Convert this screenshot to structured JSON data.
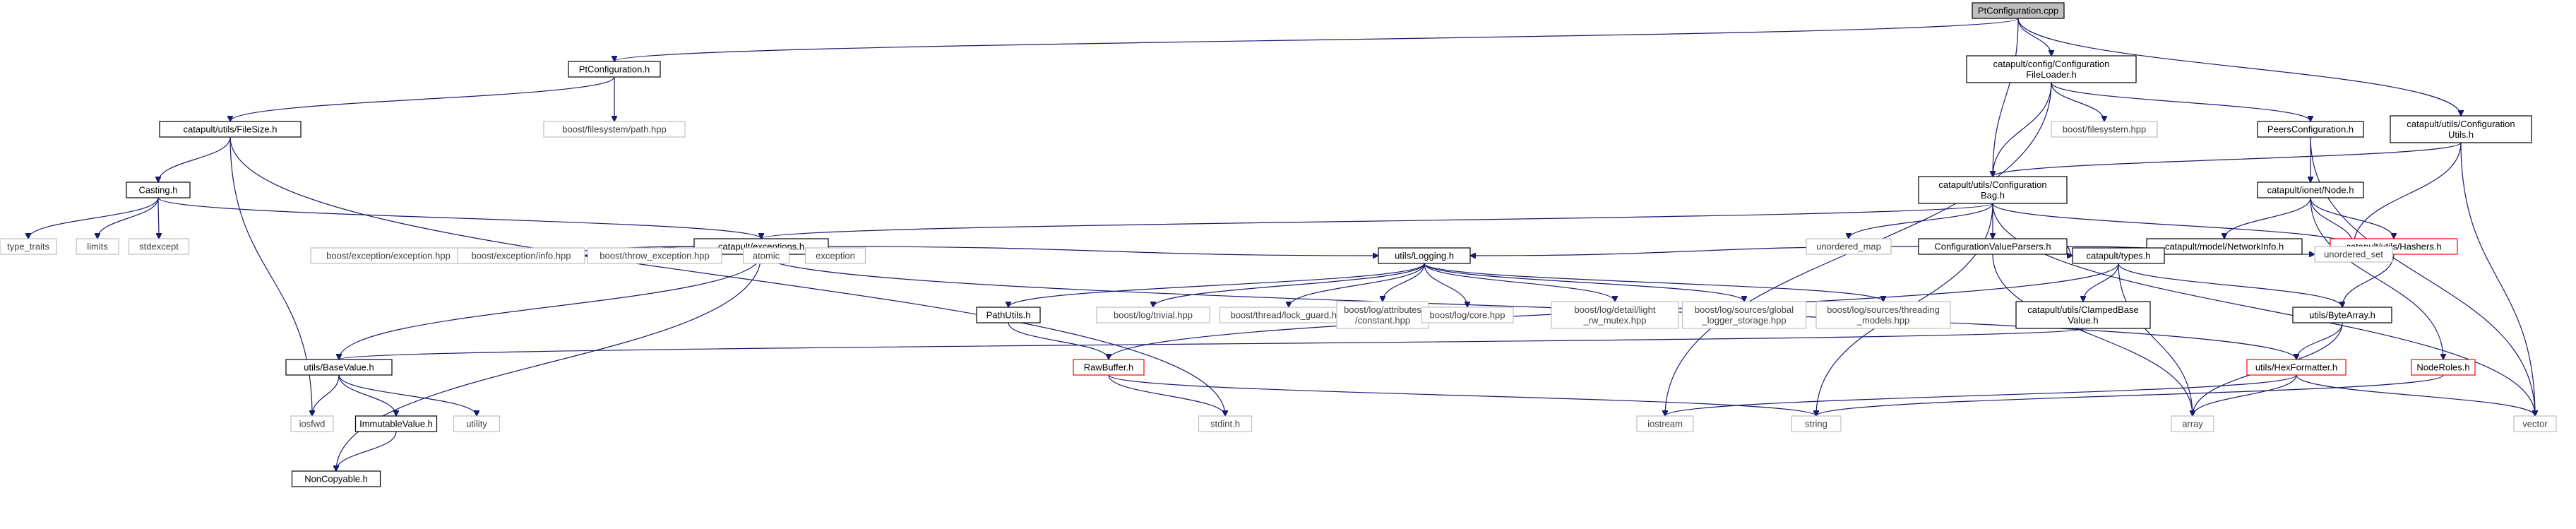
{
  "diagram": {
    "type": "include-dependency-graph",
    "nodes": [
      {
        "id": "root",
        "label": [
          "PtConfiguration.cpp"
        ],
        "style": "root"
      },
      {
        "id": "ptconfig_h",
        "label": [
          "PtConfiguration.h"
        ],
        "style": "black"
      },
      {
        "id": "cfg_fileloader",
        "label": [
          "catapult/config/Configuration",
          "FileLoader.h"
        ],
        "style": "black"
      },
      {
        "id": "cfg_utils",
        "label": [
          "catapult/utils/Configuration",
          "Utils.h"
        ],
        "style": "black"
      },
      {
        "id": "filesize",
        "label": [
          "catapult/utils/FileSize.h"
        ],
        "style": "black"
      },
      {
        "id": "boost_fs_path",
        "label": [
          "boost/filesystem/path.hpp"
        ],
        "style": "gray"
      },
      {
        "id": "boost_fs",
        "label": [
          "boost/filesystem.hpp"
        ],
        "style": "gray"
      },
      {
        "id": "peers_config",
        "label": [
          "PeersConfiguration.h"
        ],
        "style": "black"
      },
      {
        "id": "cfg_bag",
        "label": [
          "catapult/utils/Configuration",
          "Bag.h"
        ],
        "style": "black"
      },
      {
        "id": "ionet_node",
        "label": [
          "catapult/ionet/Node.h"
        ],
        "style": "black"
      },
      {
        "id": "casting",
        "label": [
          "Casting.h"
        ],
        "style": "black"
      },
      {
        "id": "type_traits",
        "label": [
          "type_traits"
        ],
        "style": "gray"
      },
      {
        "id": "limits",
        "label": [
          "limits"
        ],
        "style": "gray"
      },
      {
        "id": "stdexcept",
        "label": [
          "stdexcept"
        ],
        "style": "gray"
      },
      {
        "id": "exceptions",
        "label": [
          "catapult/exceptions.h"
        ],
        "style": "black"
      },
      {
        "id": "unordered_map",
        "label": [
          "unordered_map"
        ],
        "style": "gray"
      },
      {
        "id": "cvparsers",
        "label": [
          "ConfigurationValueParsers.h"
        ],
        "style": "black"
      },
      {
        "id": "network_info",
        "label": [
          "catapult/model/NetworkInfo.h"
        ],
        "style": "black"
      },
      {
        "id": "hashers",
        "label": [
          "catapult/utils/Hashers.h"
        ],
        "style": "red"
      },
      {
        "id": "unordered_set",
        "label": [
          "unordered_set"
        ],
        "style": "gray"
      },
      {
        "id": "boost_exc_exc",
        "label": [
          "boost/exception/exception.hpp"
        ],
        "style": "gray"
      },
      {
        "id": "boost_exc_info",
        "label": [
          "boost/exception/info.hpp"
        ],
        "style": "gray"
      },
      {
        "id": "boost_throw",
        "label": [
          "boost/throw_exception.hpp"
        ],
        "style": "gray"
      },
      {
        "id": "atomic",
        "label": [
          "atomic"
        ],
        "style": "gray"
      },
      {
        "id": "exception",
        "label": [
          "exception"
        ],
        "style": "gray"
      },
      {
        "id": "logging",
        "label": [
          "utils/Logging.h"
        ],
        "style": "black"
      },
      {
        "id": "types",
        "label": [
          "catapult/types.h"
        ],
        "style": "black"
      },
      {
        "id": "pathutils",
        "label": [
          "PathUtils.h"
        ],
        "style": "black"
      },
      {
        "id": "log_trivial",
        "label": [
          "boost/log/trivial.hpp"
        ],
        "style": "gray"
      },
      {
        "id": "lock_guard",
        "label": [
          "boost/thread/lock_guard.hpp"
        ],
        "style": "gray"
      },
      {
        "id": "log_attr_const",
        "label": [
          "boost/log/attributes",
          "/constant.hpp"
        ],
        "style": "gray"
      },
      {
        "id": "log_core",
        "label": [
          "boost/log/core.hpp"
        ],
        "style": "gray"
      },
      {
        "id": "log_light_rw",
        "label": [
          "boost/log/detail/light",
          "_rw_mutex.hpp"
        ],
        "style": "gray"
      },
      {
        "id": "log_global_storage",
        "label": [
          "boost/log/sources/global",
          "_logger_storage.hpp"
        ],
        "style": "gray"
      },
      {
        "id": "log_threading",
        "label": [
          "boost/log/sources/threading",
          "_models.hpp"
        ],
        "style": "gray"
      },
      {
        "id": "clamped",
        "label": [
          "catapult/utils/ClampedBase",
          "Value.h"
        ],
        "style": "black"
      },
      {
        "id": "bytearray",
        "label": [
          "utils/ByteArray.h"
        ],
        "style": "black"
      },
      {
        "id": "basevalue",
        "label": [
          "utils/BaseValue.h"
        ],
        "style": "black"
      },
      {
        "id": "rawbuffer",
        "label": [
          "RawBuffer.h"
        ],
        "style": "red"
      },
      {
        "id": "hexformatter",
        "label": [
          "utils/HexFormatter.h"
        ],
        "style": "red"
      },
      {
        "id": "noderoles",
        "label": [
          "NodeRoles.h"
        ],
        "style": "red"
      },
      {
        "id": "iosfwd",
        "label": [
          "iosfwd"
        ],
        "style": "gray"
      },
      {
        "id": "immutable",
        "label": [
          "ImmutableValue.h"
        ],
        "style": "black"
      },
      {
        "id": "utility",
        "label": [
          "utility"
        ],
        "style": "gray"
      },
      {
        "id": "stdint",
        "label": [
          "stdint.h"
        ],
        "style": "gray"
      },
      {
        "id": "iostream",
        "label": [
          "iostream"
        ],
        "style": "gray"
      },
      {
        "id": "string",
        "label": [
          "string"
        ],
        "style": "gray"
      },
      {
        "id": "array",
        "label": [
          "array"
        ],
        "style": "gray"
      },
      {
        "id": "vector",
        "label": [
          "vector"
        ],
        "style": "gray"
      },
      {
        "id": "noncopyable",
        "label": [
          "NonCopyable.h"
        ],
        "style": "black"
      }
    ],
    "edges": [
      [
        "root",
        "ptconfig_h"
      ],
      [
        "root",
        "cfg_fileloader"
      ],
      [
        "root",
        "cfg_bag"
      ],
      [
        "root",
        "cfg_utils"
      ],
      [
        "ptconfig_h",
        "filesize"
      ],
      [
        "ptconfig_h",
        "boost_fs_path"
      ],
      [
        "filesize",
        "casting"
      ],
      [
        "filesize",
        "iosfwd"
      ],
      [
        "filesize",
        "stdint"
      ],
      [
        "cfg_fileloader",
        "cfg_bag"
      ],
      [
        "cfg_fileloader",
        "boost_fs"
      ],
      [
        "cfg_fileloader",
        "peers_config"
      ],
      [
        "cfg_fileloader",
        "iostream"
      ],
      [
        "peers_config",
        "ionet_node"
      ],
      [
        "peers_config",
        "vector"
      ],
      [
        "cfg_utils",
        "cfg_bag"
      ],
      [
        "cfg_utils",
        "unordered_set"
      ],
      [
        "cfg_utils",
        "vector"
      ],
      [
        "ionet_node",
        "network_info"
      ],
      [
        "ionet_node",
        "hashers"
      ],
      [
        "ionet_node",
        "unordered_set"
      ],
      [
        "ionet_node",
        "noderoles"
      ],
      [
        "cfg_bag",
        "exceptions"
      ],
      [
        "cfg_bag",
        "unordered_map"
      ],
      [
        "cfg_bag",
        "cvparsers"
      ],
      [
        "cfg_bag",
        "string"
      ],
      [
        "cfg_bag",
        "unordered_set"
      ],
      [
        "cfg_bag",
        "vector"
      ],
      [
        "casting",
        "type_traits"
      ],
      [
        "casting",
        "limits"
      ],
      [
        "casting",
        "stdexcept"
      ],
      [
        "casting",
        "exceptions"
      ],
      [
        "exceptions",
        "boost_exc_exc"
      ],
      [
        "exceptions",
        "boost_exc_info"
      ],
      [
        "exceptions",
        "boost_throw"
      ],
      [
        "exceptions",
        "atomic"
      ],
      [
        "exceptions",
        "exception"
      ],
      [
        "exceptions",
        "logging"
      ],
      [
        "exceptions",
        "basevalue"
      ],
      [
        "exceptions",
        "noncopyable"
      ],
      [
        "exceptions",
        "hexformatter"
      ],
      [
        "cvparsers",
        "logging"
      ],
      [
        "cvparsers",
        "types"
      ],
      [
        "cvparsers",
        "unordered_set"
      ],
      [
        "cvparsers",
        "array"
      ],
      [
        "network_info",
        "types"
      ],
      [
        "hashers",
        "bytearray"
      ],
      [
        "logging",
        "pathutils"
      ],
      [
        "logging",
        "log_trivial"
      ],
      [
        "logging",
        "lock_guard"
      ],
      [
        "logging",
        "log_attr_const"
      ],
      [
        "logging",
        "log_core"
      ],
      [
        "logging",
        "log_light_rw"
      ],
      [
        "logging",
        "log_global_storage"
      ],
      [
        "logging",
        "log_threading"
      ],
      [
        "types",
        "clamped"
      ],
      [
        "types",
        "bytearray"
      ],
      [
        "types",
        "rawbuffer"
      ],
      [
        "types",
        "array"
      ],
      [
        "pathutils",
        "rawbuffer"
      ],
      [
        "clamped",
        "basevalue"
      ],
      [
        "bytearray",
        "hexformatter"
      ],
      [
        "bytearray",
        "array"
      ],
      [
        "basevalue",
        "iosfwd"
      ],
      [
        "basevalue",
        "immutable"
      ],
      [
        "basevalue",
        "utility"
      ],
      [
        "immutable",
        "noncopyable"
      ],
      [
        "rawbuffer",
        "stdint"
      ],
      [
        "rawbuffer",
        "string"
      ],
      [
        "hexformatter",
        "iostream"
      ],
      [
        "hexformatter",
        "array"
      ],
      [
        "hexformatter",
        "vector"
      ],
      [
        "noderoles",
        "string"
      ]
    ]
  }
}
